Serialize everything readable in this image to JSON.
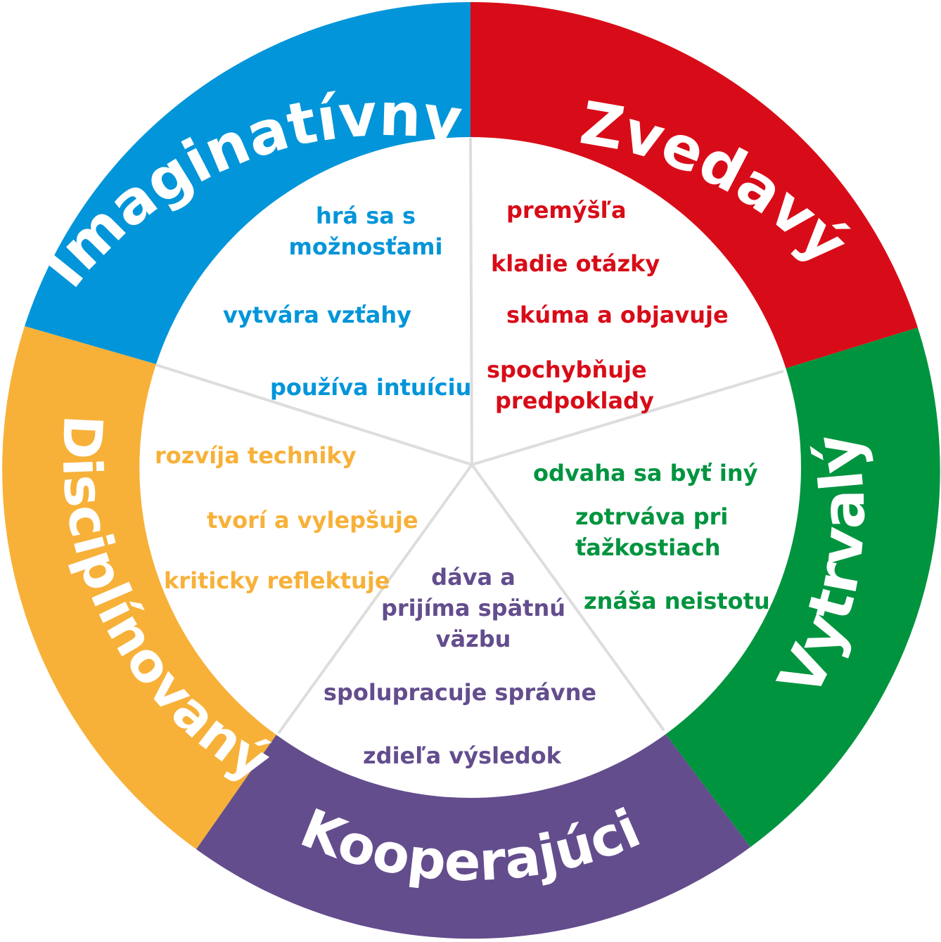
{
  "segments": [
    {
      "id": "zvedavy",
      "title": "Zvedavý",
      "color": "#d80c18",
      "items": [
        "premýšľa",
        "kladie otázky",
        "skúma a objavuje",
        "spochybňuje\npredpoklady"
      ]
    },
    {
      "id": "vytrvaly",
      "title": "Vytrvalý",
      "color": "#00943f",
      "items": [
        "odvaha sa byť iný",
        "zotrváva pri\nťažkostiach",
        "znáša neistotu"
      ]
    },
    {
      "id": "kooperajuci",
      "title": "Kooperajúci",
      "color": "#634d8d",
      "items": [
        "dáva a\nprijíma spätnú\nväzbu",
        "spolupracuje správne",
        "zdieľa výsledok"
      ]
    },
    {
      "id": "disciplinovany",
      "title": "Disciplínovaný",
      "color": "#f7b139",
      "items": [
        "rozvíja techniky",
        "tvorí a vylepšuje",
        "kriticky reflektuje"
      ]
    },
    {
      "id": "imaginativny",
      "title": "Imaginatívny",
      "color": "#0295d9",
      "items": [
        "hrá sa s\nmožnosťami",
        "vytvára vzťahy",
        "používa intuíciu"
      ]
    }
  ]
}
